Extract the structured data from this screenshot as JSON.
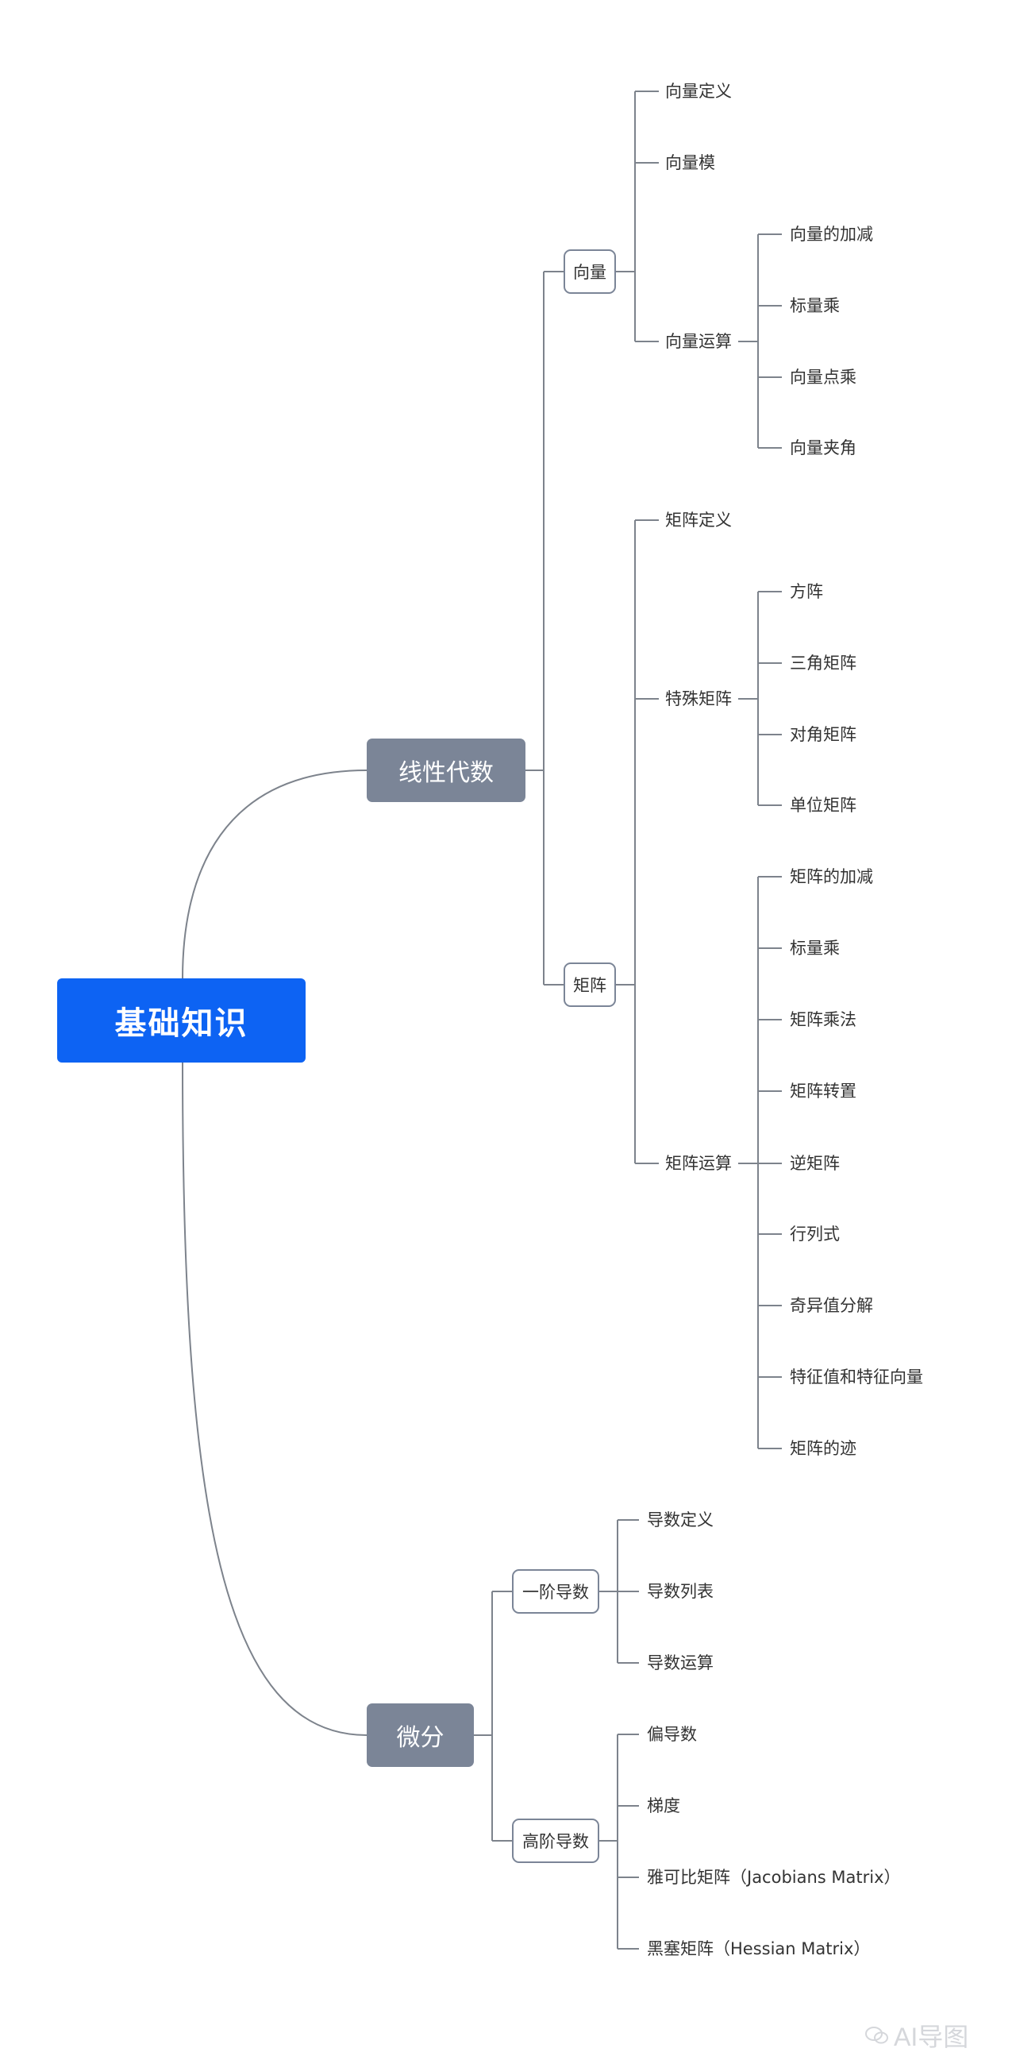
{
  "root": "基础知识",
  "branches": {
    "linear_algebra": {
      "label": "线性代数",
      "vector": {
        "label": "向量",
        "definition": "向量定义",
        "norm": "向量模",
        "ops": {
          "label": "向量运算",
          "items": [
            "向量的加减",
            "标量乘",
            "向量点乘",
            "向量夹角"
          ]
        }
      },
      "matrix": {
        "label": "矩阵",
        "definition": "矩阵定义",
        "special": {
          "label": "特殊矩阵",
          "items": [
            "方阵",
            "三角矩阵",
            "对角矩阵",
            "单位矩阵"
          ]
        },
        "ops": {
          "label": "矩阵运算",
          "items": [
            "矩阵的加减",
            "标量乘",
            "矩阵乘法",
            "矩阵转置",
            "逆矩阵",
            "行列式",
            "奇异值分解",
            "特征值和特征向量",
            "矩阵的迹"
          ]
        }
      }
    },
    "calculus": {
      "label": "微分",
      "first_order": {
        "label": "一阶导数",
        "items": [
          "导数定义",
          "导数列表",
          "导数运算"
        ]
      },
      "higher_order": {
        "label": "高阶导数",
        "items": [
          "偏导数",
          "梯度",
          "雅可比矩阵（Jacobians Matrix）",
          "黑塞矩阵（Hessian Matrix）"
        ]
      }
    }
  },
  "watermark": "AI导图",
  "colors": {
    "root": "#0d63f3",
    "branch": "#7b8597",
    "line": "#7d838c"
  }
}
